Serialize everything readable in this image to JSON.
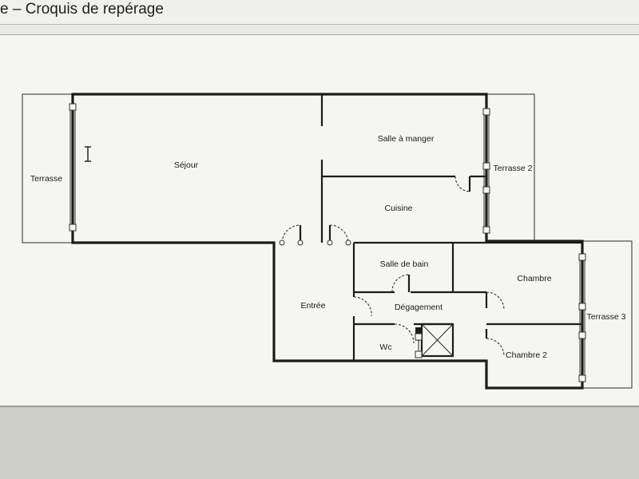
{
  "window": {
    "title": "e – Croquis de repérage"
  },
  "plan": {
    "rooms": {
      "terrasse": "Terrasse",
      "sejour": "Séjour",
      "salle_a_manger": "Salle à manger",
      "terrasse_2": "Terrasse 2",
      "cuisine": "Cuisine",
      "salle_de_bain": "Salle de bain",
      "chambre": "Chambre",
      "entree": "Entrée",
      "degagement": "Dégagement",
      "terrasse_3": "Terrasse 3",
      "wc": "Wc",
      "chambre_2": "Chambre 2"
    }
  },
  "cursor": {
    "type": "text-cursor-icon"
  },
  "colors": {
    "wall": "#1c1c1c",
    "canvas_bg": "#f5f6f2",
    "title_bg": "#f0f0ee"
  }
}
